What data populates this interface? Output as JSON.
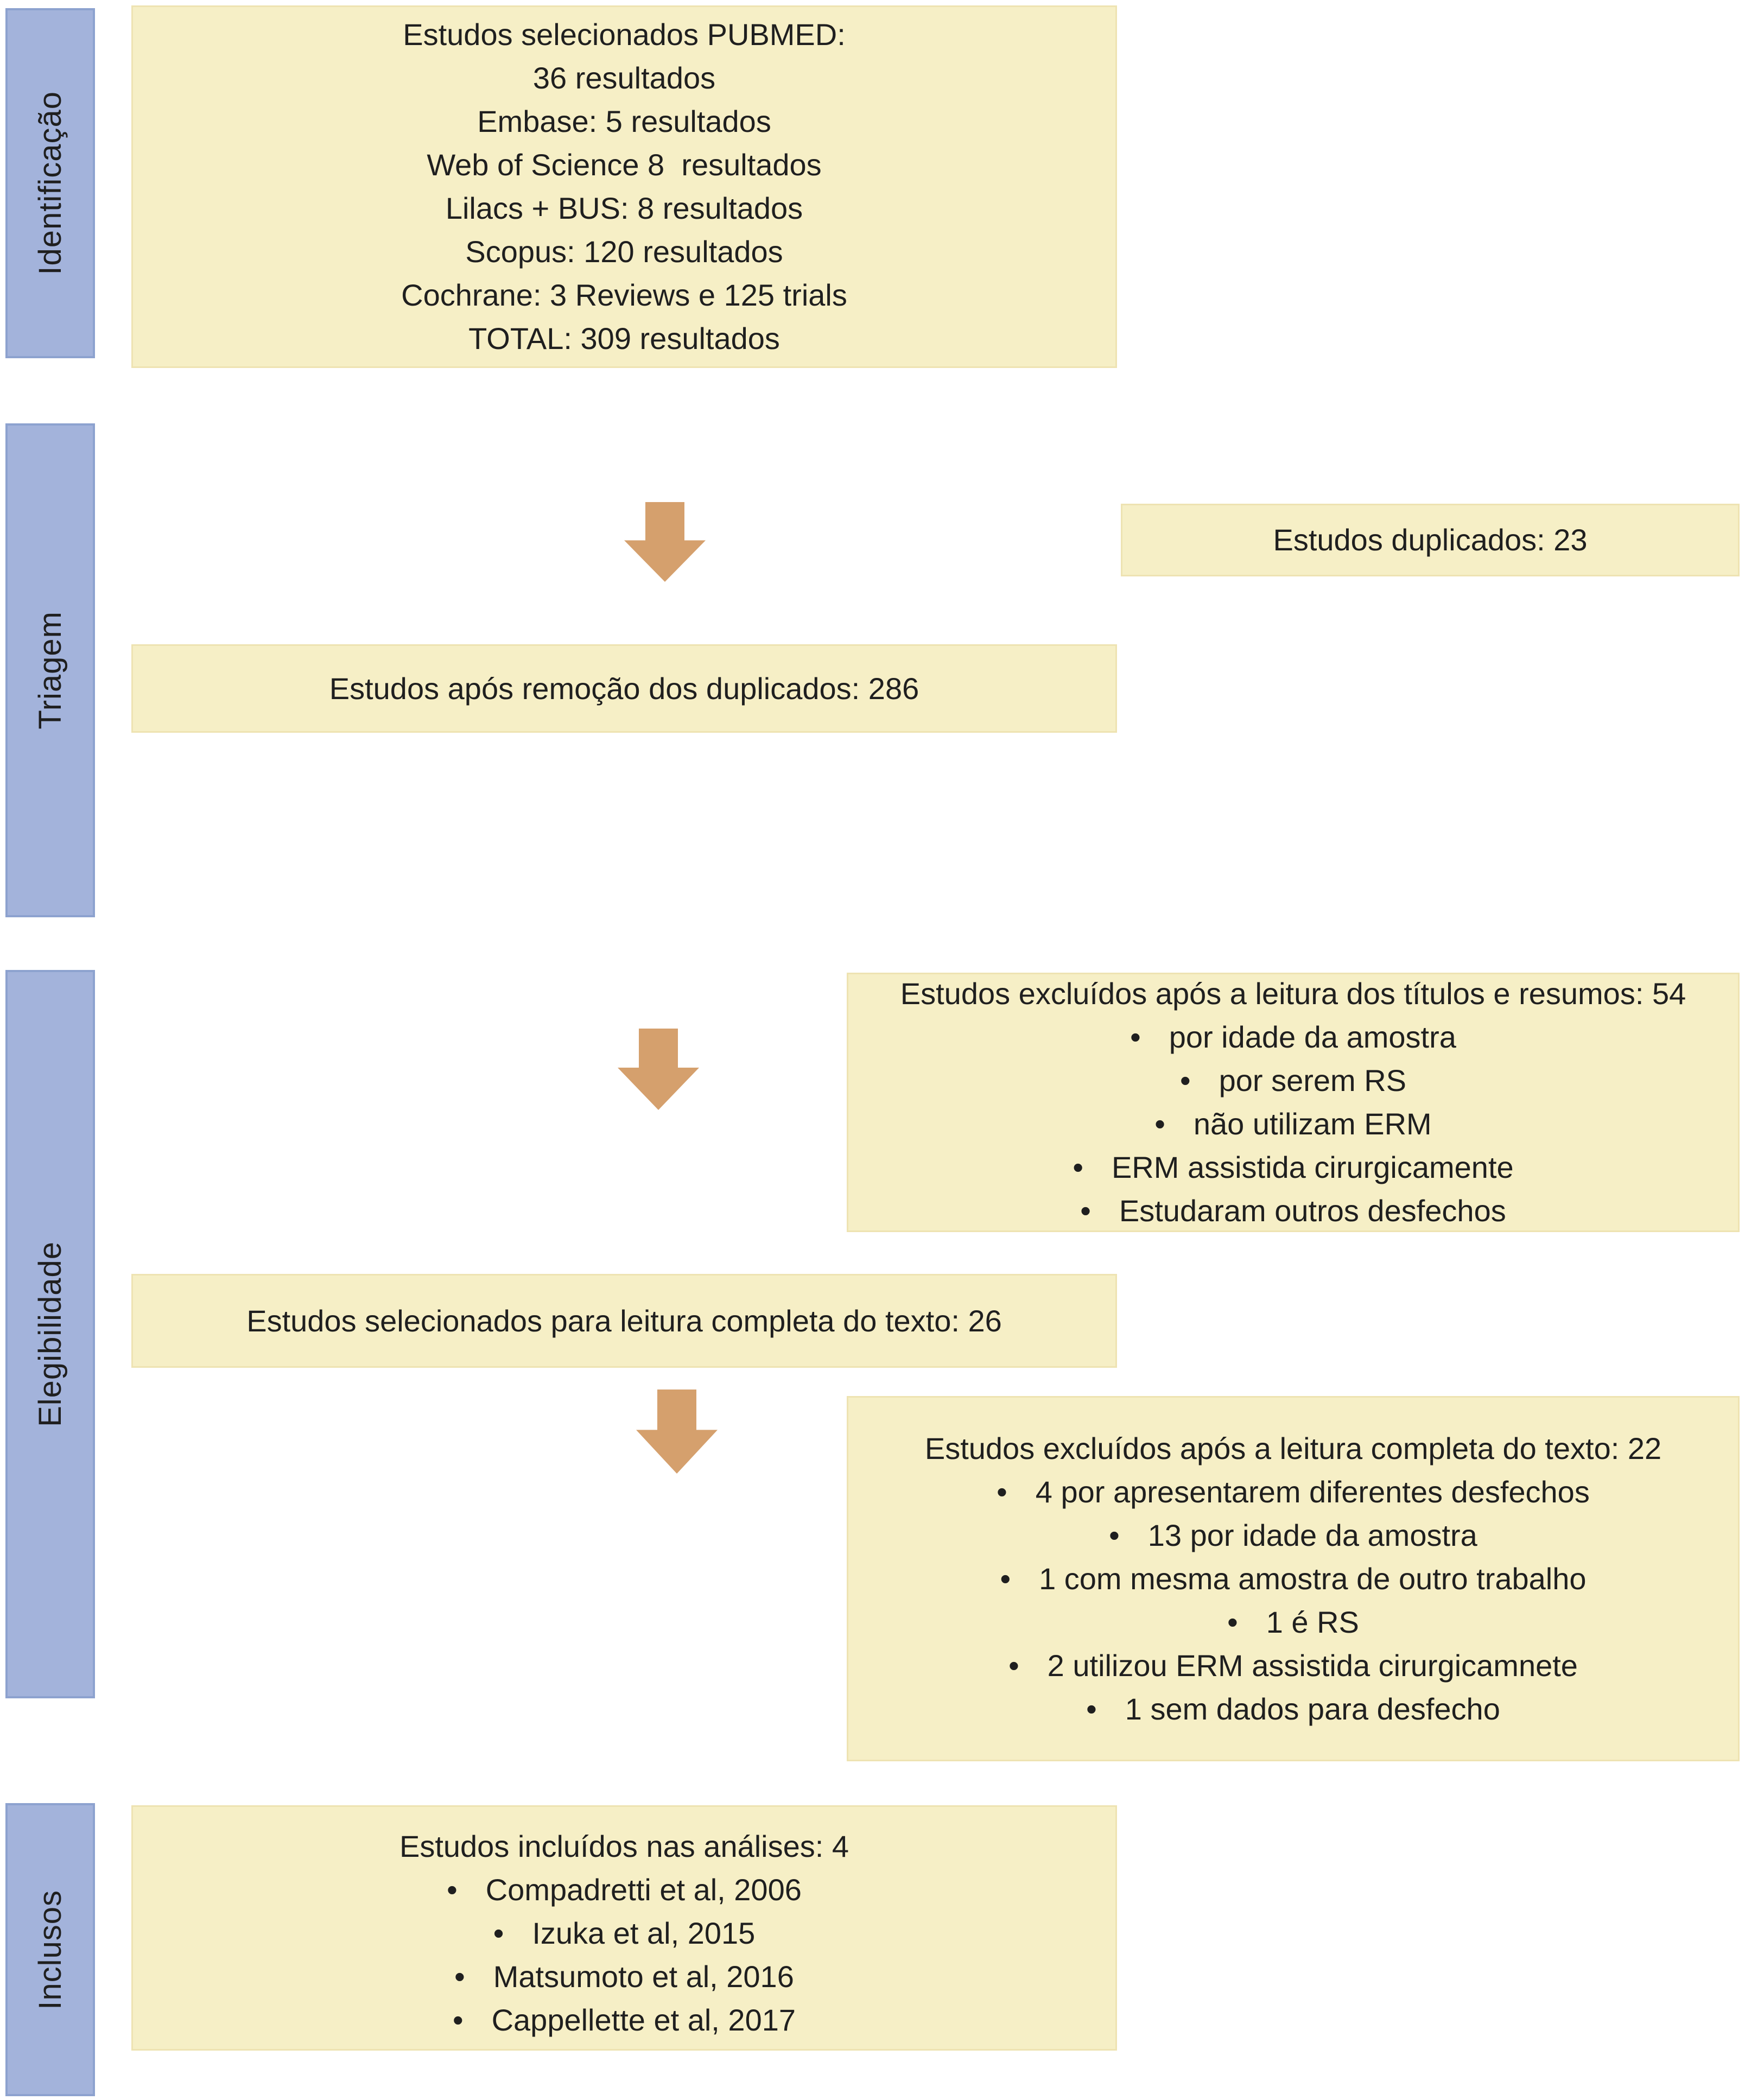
{
  "ui": {
    "bullet_char": "•"
  },
  "colors": {
    "background": "#ffffff",
    "text": "#1f1f1f",
    "box_fill": "#f6efc6",
    "box_border": "#eee3b2",
    "stage_fill": "#a3b3db",
    "stage_border": "#8da2cf",
    "arrow": "#d5a06d"
  },
  "stages": [
    {
      "label": "Identificação"
    },
    {
      "label": "Triagem"
    },
    {
      "label": "Elegibilidade"
    },
    {
      "label": "Inclusos"
    }
  ],
  "boxes": {
    "identification": {
      "lines": [
        "Estudos selecionados PUBMED:",
        "36 resultados",
        "Embase: 5 resultados",
        "Web of Science 8  resultados",
        "Lilacs + BUS: 8 resultados",
        "Scopus: 120 resultados",
        "Cochrane: 3 Reviews e 125 trials",
        "TOTAL: 309 resultados"
      ]
    },
    "duplicates": {
      "text": "Estudos duplicados: 23"
    },
    "after_removal": {
      "text": "Estudos após remoção dos duplicados: 286"
    },
    "excluded_titles": {
      "title": "Estudos excluídos após a leitura dos títulos e resumos: 54",
      "bullets": [
        "por idade da amostra",
        "por serem RS",
        "não utilizam ERM",
        "ERM assistida cirurgicamente",
        "Estudaram outros desfechos"
      ]
    },
    "full_text": {
      "text": "Estudos selecionados para leitura completa do texto: 26"
    },
    "excluded_full_text": {
      "title": "Estudos excluídos após a leitura completa do texto: 22",
      "bullets": [
        "4 por apresentarem diferentes desfechos",
        "13 por idade da amostra",
        "1 com mesma amostra de outro trabalho",
        "1 é RS",
        "2 utilizou ERM assistida cirurgicamnete",
        "1 sem dados para desfecho"
      ]
    },
    "included": {
      "title": "Estudos incluídos nas análises: 4",
      "bullets": [
        "Compadretti et al, 2006",
        "Izuka et al, 2015",
        "Matsumoto et al, 2016",
        "Cappellette et al, 2017"
      ]
    }
  }
}
